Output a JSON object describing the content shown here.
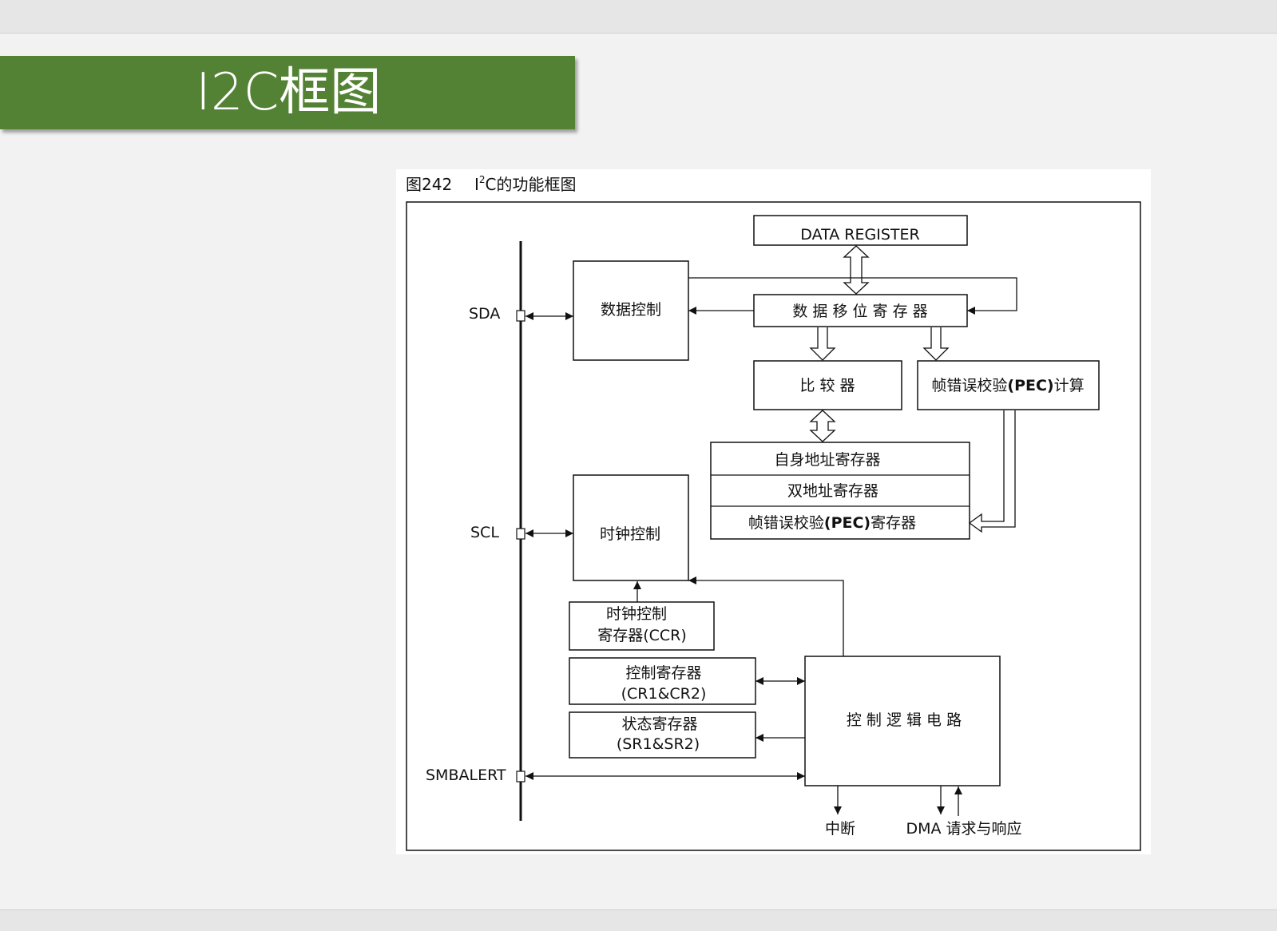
{
  "slide": {
    "title": "I2C框图"
  },
  "figure": {
    "caption_num": "图242",
    "caption_i": "I",
    "caption_sup": "2",
    "caption_rest": "C的功能框图"
  },
  "pins": {
    "sda": "SDA",
    "scl": "SCL",
    "smbalert": "SMBALERT"
  },
  "blocks": {
    "data_register": "DATA REGISTER",
    "data_control": "数据控制",
    "shift_register": "数 据 移 位 寄 存 器",
    "comparator": "比 较 器",
    "pec_calc_prefix": "帧错误校验",
    "pec_calc_bold": "(PEC)",
    "pec_calc_suffix": "计算",
    "own_address": "自身地址寄存器",
    "dual_address": "双地址寄存器",
    "pec_reg_prefix": "帧错误校验",
    "pec_reg_bold": "(PEC)",
    "pec_reg_suffix": "寄存器",
    "clock_control": "时钟控制",
    "ccr_line1": "时钟控制",
    "ccr_line2": "寄存器(CCR)",
    "cr_line1": "控制寄存器",
    "cr_line2": "(CR1&CR2)",
    "sr_line1": "状态寄存器",
    "sr_line2": "(SR1&SR2)",
    "control_logic": "控 制 逻 辑 电 路"
  },
  "outputs": {
    "interrupt": "中断",
    "dma": "DMA 请求与响应"
  }
}
